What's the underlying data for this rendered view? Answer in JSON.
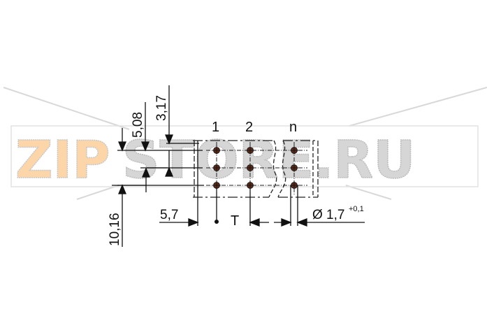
{
  "watermark": {
    "prefix": "ZIP",
    "suffix": "STORE.RU",
    "prefix_color": "#fcd6a8",
    "suffix_color": "#d4d4d4",
    "outline_color": "#bdbdbd"
  },
  "drawing": {
    "column_labels": [
      "1",
      "2",
      "n"
    ],
    "dimensions": {
      "pitch_vertical_1": "5,08",
      "pitch_vertical_2": "3,17",
      "row_offset": "10,16",
      "edge_offset": "5,7",
      "pitch_label": "T",
      "hole_diameter": "Ø 1,7",
      "hole_tolerance": "+0,1"
    },
    "line_color": "#111111",
    "pin_color": "#5a2a1a"
  }
}
